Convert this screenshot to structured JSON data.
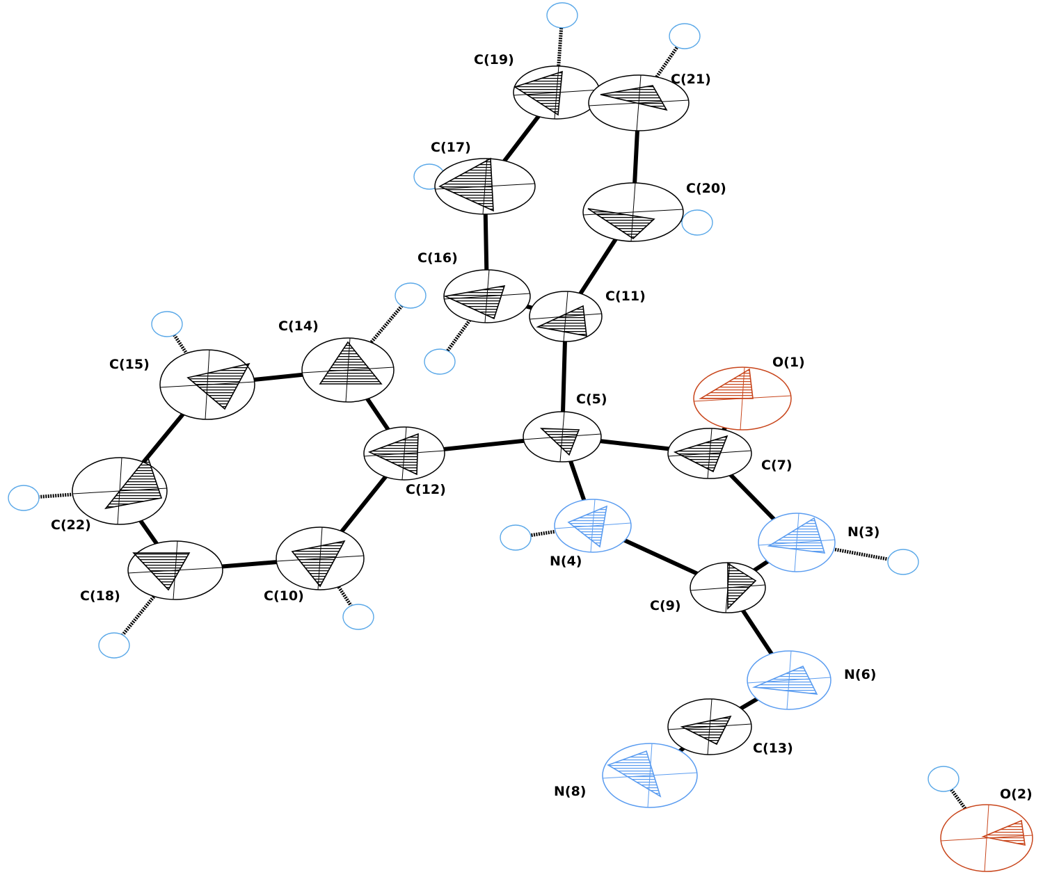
{
  "diagram": {
    "type": "ORTEP crystal structure",
    "colors": {
      "carbon": "#000000",
      "nitrogen": "#5a9cf0",
      "oxygen": "#c8451b",
      "hydrogen": "#5aa8e8",
      "bond": "#000000"
    },
    "atoms": [
      {
        "id": "C19",
        "label": "C(19)",
        "element": "C"
      },
      {
        "id": "C21",
        "label": "C(21)",
        "element": "C"
      },
      {
        "id": "C17",
        "label": "C(17)",
        "element": "C"
      },
      {
        "id": "C20",
        "label": "C(20)",
        "element": "C"
      },
      {
        "id": "C16",
        "label": "C(16)",
        "element": "C"
      },
      {
        "id": "C11",
        "label": "C(11)",
        "element": "C"
      },
      {
        "id": "C14",
        "label": "C(14)",
        "element": "C"
      },
      {
        "id": "C15",
        "label": "C(15)",
        "element": "C"
      },
      {
        "id": "O1",
        "label": "O(1)",
        "element": "O"
      },
      {
        "id": "C5",
        "label": "C(5)",
        "element": "C"
      },
      {
        "id": "C12",
        "label": "C(12)",
        "element": "C"
      },
      {
        "id": "C7",
        "label": "C(7)",
        "element": "C"
      },
      {
        "id": "C22",
        "label": "C(22)",
        "element": "C"
      },
      {
        "id": "N4",
        "label": "N(4)",
        "element": "N"
      },
      {
        "id": "N3",
        "label": "N(3)",
        "element": "N"
      },
      {
        "id": "C18",
        "label": "C(18)",
        "element": "C"
      },
      {
        "id": "C10",
        "label": "C(10)",
        "element": "C"
      },
      {
        "id": "C9",
        "label": "C(9)",
        "element": "C"
      },
      {
        "id": "N6",
        "label": "N(6)",
        "element": "N"
      },
      {
        "id": "C13",
        "label": "C(13)",
        "element": "C"
      },
      {
        "id": "N8",
        "label": "N(8)",
        "element": "N"
      },
      {
        "id": "O2",
        "label": "O(2)",
        "element": "O"
      }
    ],
    "bonds": [
      [
        "C19",
        "C21"
      ],
      [
        "C19",
        "C17"
      ],
      [
        "C21",
        "C20"
      ],
      [
        "C17",
        "C16"
      ],
      [
        "C20",
        "C11"
      ],
      [
        "C16",
        "C11"
      ],
      [
        "C11",
        "C5"
      ],
      [
        "C5",
        "C12"
      ],
      [
        "C5",
        "C7"
      ],
      [
        "C5",
        "N4"
      ],
      [
        "C7",
        "O1"
      ],
      [
        "C7",
        "N3"
      ],
      [
        "N3",
        "C9"
      ],
      [
        "N4",
        "C9"
      ],
      [
        "C9",
        "N6"
      ],
      [
        "N6",
        "C13"
      ],
      [
        "C13",
        "N8"
      ],
      [
        "C12",
        "C14"
      ],
      [
        "C14",
        "C15"
      ],
      [
        "C15",
        "C22"
      ],
      [
        "C22",
        "C18"
      ],
      [
        "C18",
        "C10"
      ],
      [
        "C10",
        "C12"
      ]
    ],
    "hydrogen_bonds": [
      [
        "C19",
        "H19"
      ],
      [
        "C21",
        "H21"
      ],
      [
        "C17",
        "H17"
      ],
      [
        "C20",
        "H20"
      ],
      [
        "C16",
        "H16"
      ],
      [
        "C14",
        "H14"
      ],
      [
        "C15",
        "H15"
      ],
      [
        "C22",
        "H22"
      ],
      [
        "C18",
        "H18"
      ],
      [
        "C10",
        "H10"
      ],
      [
        "N4",
        "H4"
      ],
      [
        "N3",
        "H3"
      ],
      [
        "O2",
        "H2"
      ]
    ]
  }
}
